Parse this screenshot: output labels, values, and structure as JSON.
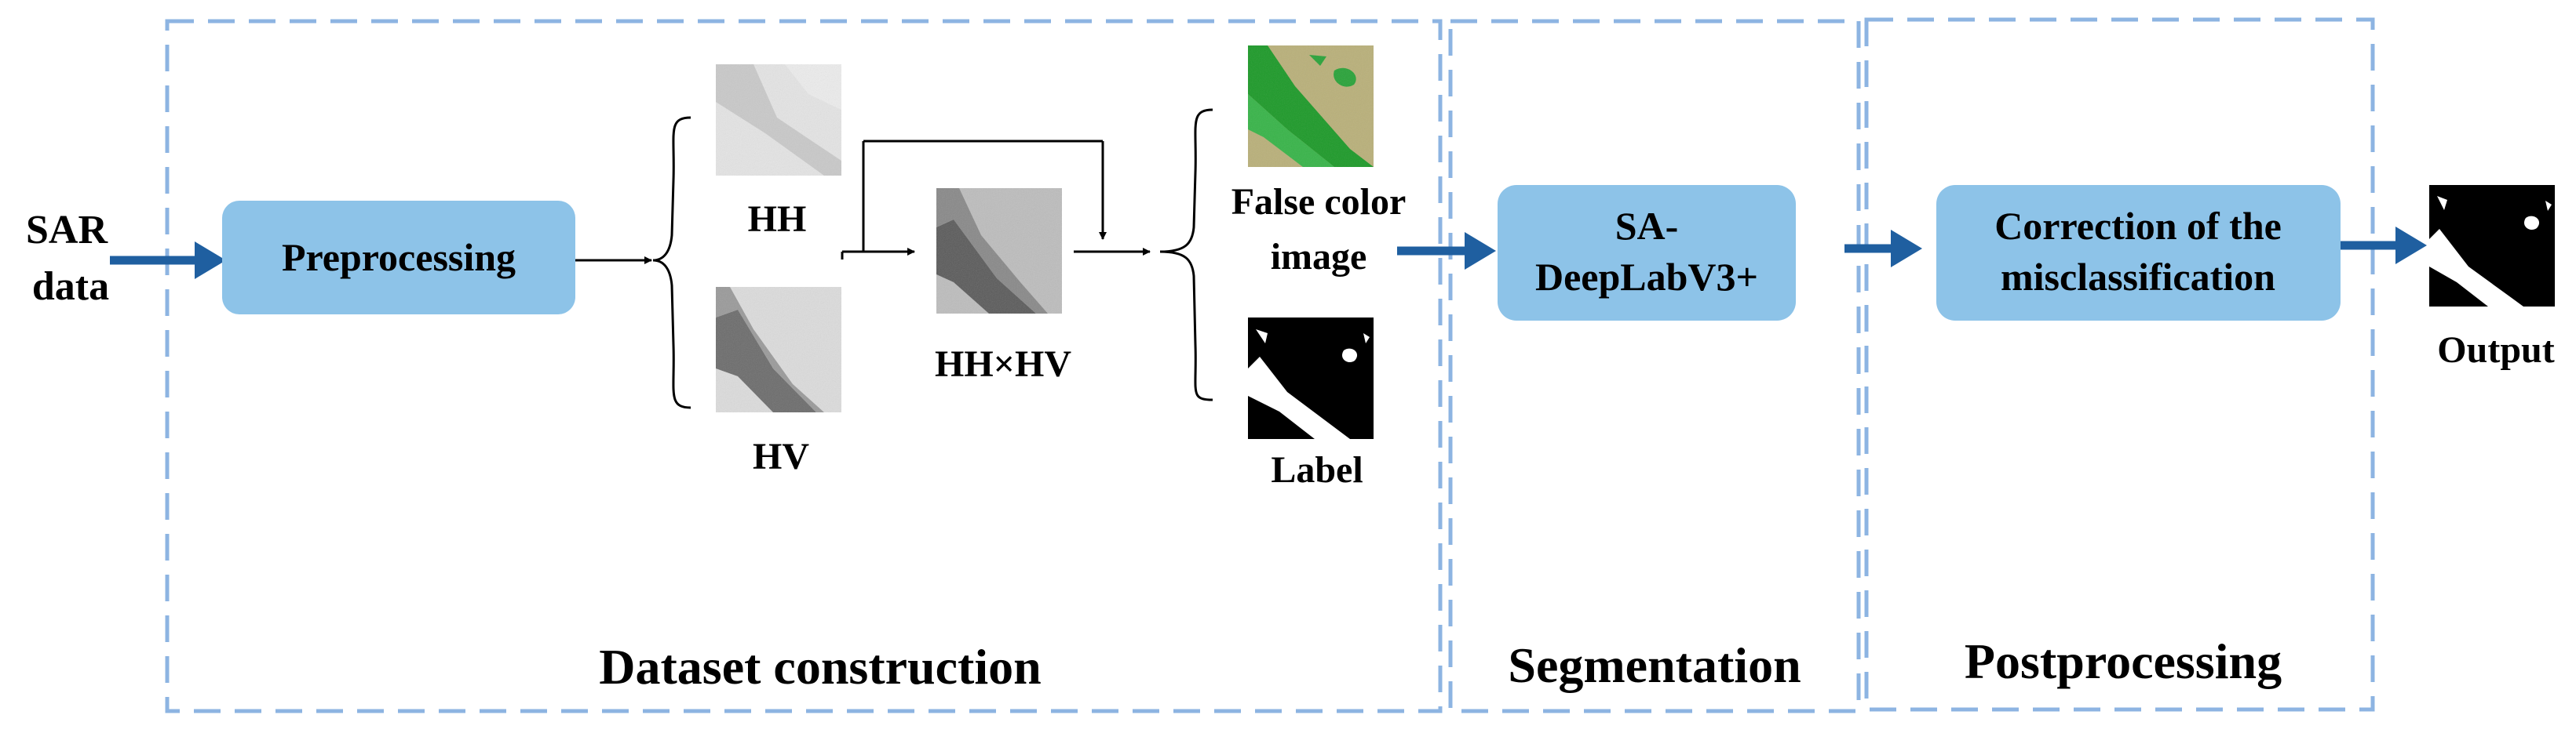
{
  "colors": {
    "stage_border": "#8db4e2",
    "process_box_fill": "#8dc3e8",
    "thick_arrow": "#1f5fa0",
    "thin_arrow": "#000000"
  },
  "input": {
    "line1": "SAR",
    "line2": "data"
  },
  "stages": {
    "dataset": "Dataset construction",
    "segmentation": "Segmentation",
    "postprocessing": "Postprocessing"
  },
  "boxes": {
    "preprocessing": "Preprocessing",
    "model_line1": "SA-",
    "model_line2": "DeepLabV3+",
    "correction_line1": "Correction of the",
    "correction_line2": "misclassification"
  },
  "images": {
    "hh": "HH",
    "hv": "HV",
    "product": "HH×HV",
    "false_color_line1": "False color",
    "false_color_line2": "image",
    "label": "Label",
    "output": "Output"
  }
}
